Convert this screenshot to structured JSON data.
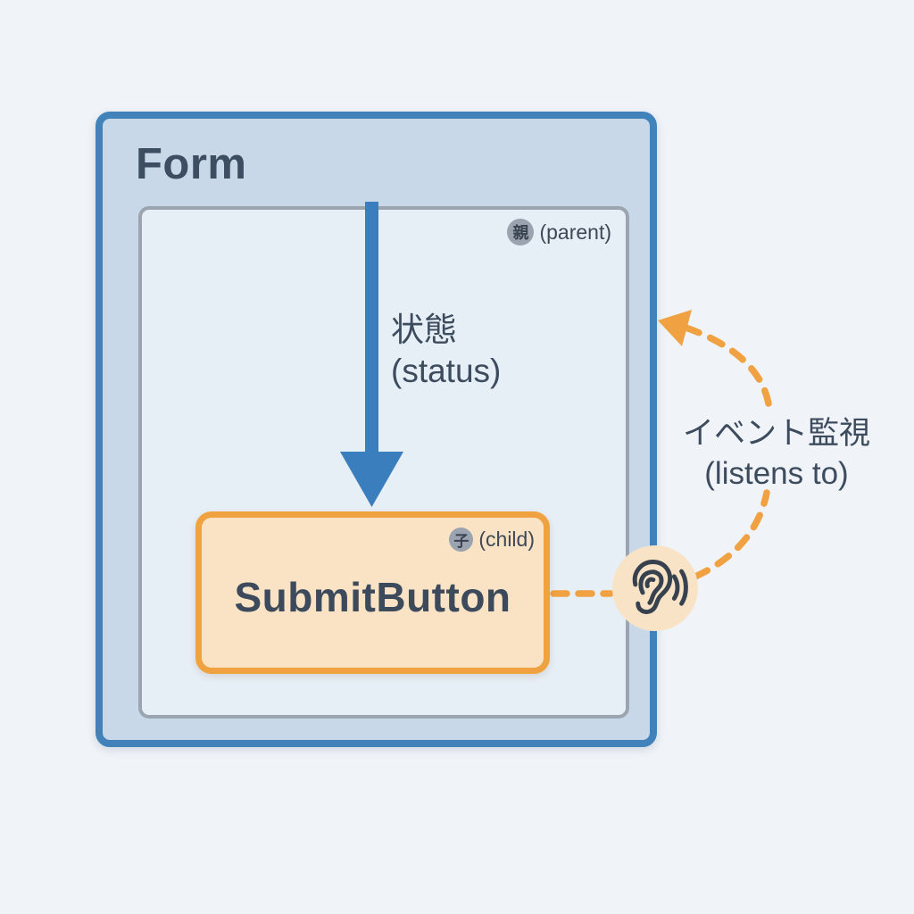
{
  "diagram": {
    "background_color": "#F0F4F8",
    "text_color": "#3D4B5E",
    "form": {
      "label": "Form",
      "fill_color": "#C8D8E9",
      "border_color": "#4282BA"
    },
    "parent_area": {
      "fill_color": "#E6EEF6",
      "border_color": "#9BA5B0",
      "badge_char": "親",
      "badge_label": "(parent)",
      "badge_fill": "#9AA3AE"
    },
    "status_arrow": {
      "label_ja": "状態",
      "label_en": "(status)",
      "arrow_color": "#3B7EBD",
      "direction": "down"
    },
    "child_box": {
      "label": "SubmitButton",
      "badge_char": "子",
      "badge_label": "(child)",
      "fill_color": "#FAE3C5",
      "border_color": "#F0A240"
    },
    "listener": {
      "icon": "ear-icon",
      "circle_fill": "#F8E3C6",
      "line_color": "#F0A243",
      "line_style": "dashed",
      "label_ja": "イベント監視",
      "label_en": "(listens to)"
    }
  }
}
